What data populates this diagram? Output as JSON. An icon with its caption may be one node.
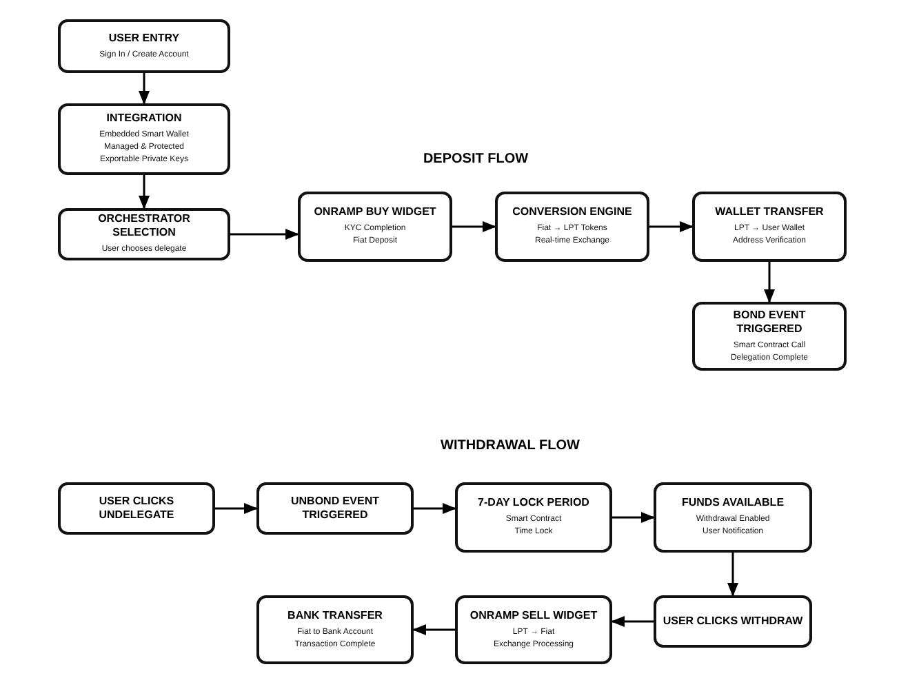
{
  "diagram": {
    "title": "DEPOSIT FLOW",
    "nodes": [
      {
        "text": [
          "USER ENTRY",
          "Sign In / Create Account"
        ]
      },
      {
        "text": [
          "INTEGRATION",
          "Embedded Smart Wallet",
          "Managed & Protected",
          "Exportable Private Keys"
        ]
      },
      {
        "text": [
          "ORCHESTRATOR SELECTION",
          "User chooses delegate"
        ]
      },
      {
        "text": [
          "ONRAMP BUY WIDGET",
          "KYC Completion",
          "Fiat Deposit"
        ]
      },
      {
        "text": [
          "CONVERSION ENGINE",
          "Fiat → LPT Tokens",
          "Real-time Exchange"
        ]
      },
      {
        "text": [
          "WALLET TRANSFER",
          "LPT → User Wallet",
          "Address Verification"
        ]
      },
      {
        "text": [
          "BOND EVENT TRIGGERED",
          "Smart Contract Call",
          "Delegation Complete"
        ]
      },
      {
        "text": [
          "USER CLICKS UNDELEGATE"
        ]
      },
      {
        "text": [
          "UNBOND EVENT TRIGGERED"
        ]
      },
      {
        "text": [
          "7-DAY LOCK PERIOD",
          "Smart Contract",
          "Time Lock"
        ]
      },
      {
        "text": [
          "FUNDS AVAILABLE",
          "Withdrawal Enabled",
          "User Notification"
        ]
      },
      {
        "text": [
          "USER CLICKS WITHDRAW"
        ]
      },
      {
        "text": [
          "ONRAMP SELL WIDGET",
          "LPT → Fiat",
          "Exchange Processing"
        ]
      },
      {
        "text": [
          "BANK TRANSFER",
          "Fiat to Bank Account",
          "Transaction Complete"
        ]
      }
    ],
    "edges": [
      {
        "from": 0,
        "to": 1,
        "arrow": "to"
      },
      {
        "from": 1,
        "to": 2,
        "arrow": "to"
      },
      {
        "from": 2,
        "to": 3,
        "arrow": "to"
      },
      {
        "from": 3,
        "to": 4,
        "arrow": "to"
      },
      {
        "from": 4,
        "to": 5,
        "arrow": "to"
      },
      {
        "from": 5,
        "to": 6,
        "arrow": "to"
      },
      {
        "from": 7,
        "to": 8,
        "arrow": "to"
      },
      {
        "from": 8,
        "to": 9,
        "arrow": "to"
      },
      {
        "from": 9,
        "to": 10,
        "arrow": "to"
      },
      {
        "from": 10,
        "to": 11,
        "arrow": "to"
      },
      {
        "from": 11,
        "to": 12,
        "arrow": "to"
      },
      {
        "from": 12,
        "to": 13,
        "arrow": "to"
      }
    ],
    "labels": [
      "WITHDRAWAL FLOW"
    ]
  }
}
